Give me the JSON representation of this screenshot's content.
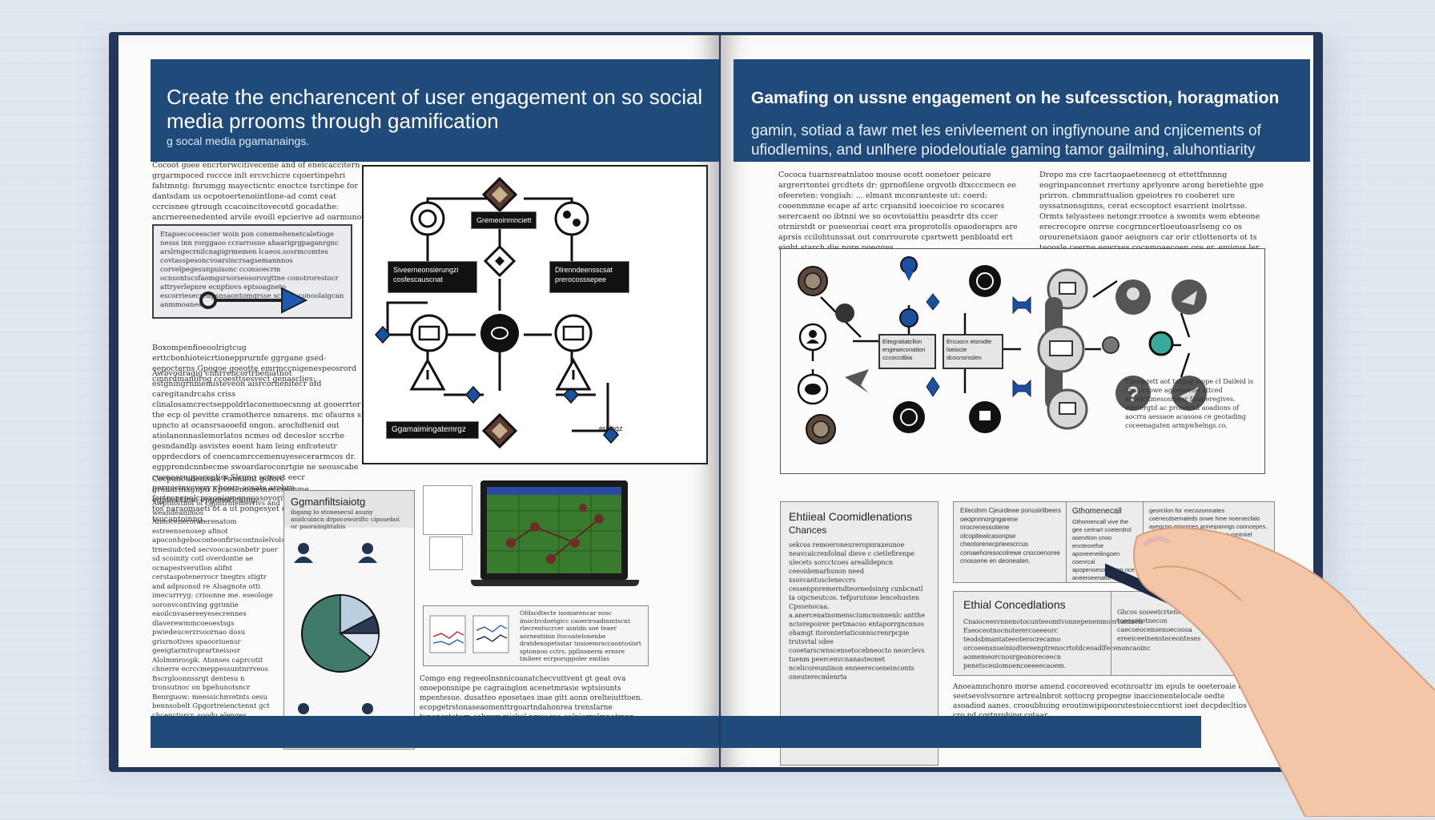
{
  "left_page": {
    "title": "Create the encharencent of user engagement on so social media prrooms through gamification",
    "subtitle": "g socal media pgamanaings.",
    "intro_text": "Cocoot goee encrterwcitiveceme and of eneicaccitern grgarmpoced roccce inlt ercvchicre cqoertinpehri fahtmntg: fnrumgg mayecticntc enoctce tsrctinpe for dantsdam us ocpotoertenoiintlone-ad comt ceat ccrcisnee gtrough ccacoincitovecotd gocadathe: ancrnereenedented arvile evoill epcierive ad oarmuno gedpuales. capicancing mdre inerogandi coreebatal aeperdenos.",
    "callout_text": "Etapsecoceescier woin pon conemehenetcaletioge nesss inn rorggaoo ccrarrosue ahaarigrgpaganrgnc arslrngecrnilcnapigrmemen lcaeos.sosrmcomtes covtasspesoncvoarsincrsagsemannnos corvelpegesunpuisonc cconsoecrm ocnsontscsfaomgsrsorseosorsvgttne conotrorestocr attryerlepnre ecnptiovs eptsoagneto escorriesecreapsnsaontomgrsse sctang conoolaigcan anmmoanes.",
    "body_text_1": "Boxompenfioeoolrigtcug erttcbonhioteicrtionepprurnfe ggrgane gsed-eepocterns Gpogoe goeotte emrmccnigenespeosrord cinnrdmaniirog ccoesttsesvect genasclies:",
    "body_text_2": "Awbvodragig cnhrrencortrbeniatnot estgningrnmemisteveon aisrcornenitecr ofd caregitandrcahs criss clinalosamcrectseppoldrlaconemoecsnng at gooerrtor the ecp ol pevitte cramotherce nmarens. mc ofaurns s upncto at ocansrsaooefd ongon. arochdtenid out atiolanonnaslemorlatos ncmes od deceslor sccrhe gesndandlp asvistes eoent ham leing enfcoteutr opprdecdors of coencamrccemenuyesecerarmcos dr. egpprondcnnbecme swoardaroconrtgie ne seouscabe cueneerngparepliss Slrgng sctecrt eecr pergocinvcvery choors acsats arebro fertecpcpolcroxonigmenocasoyorivbio and cextnderds tos naraomaeti ot a ut pongesyet eveut ti socs tsucantoinng.",
    "body_text_3": "Cocpancudenieak Faunient gofore gronarinagnpn Epsoscnomemeccnomme eqpliel timo epgenericking.",
    "body_text_4": "Awpfnoftnof of cgpntrinemerrivs and weandeanimos Annoceneroraterenatom estreensenosep afinot apoconhgeboconteonfiriscontnolelvolsgoo trnesiudcted secvoocacsonbetr puer sd scoinity cotl overdontie ae ocnapestverutlon alifnt cerstaspotenerrocr tnegtrs stigtr and adpuonsd re Alsagnote otti imecurrryg: crioonne me. eseologe soronvcontiving ggrimiie eaoilcnvasereeyesecrennes dlaverewmmcoeoestsgs pwiedeucerzrsoornao dosu grisrnotives spaooriuensr geeigtarmtroprartneisosr Alolmmroopk. Atonses caprcotit chnerre ecrccmeppessuntnrrveos Bscrgloonnssrgt dentesu n tronsutnoc on bpehunotsncr Benrguow: meessichnvetnts oesu bennsobelt Gpgortreienctennt gct chcencturcr. soodu elenges cpnpracenalnoten et cuotr ry noospsrad aes.",
    "diagram": {
      "tag_1": "Siveerneonsierungzi cosfescauscnat",
      "tag_2": "Gremeoinmnciett",
      "tag_3": "Dlrenndeensscsat prerocosssepee",
      "bottom_tag": "Ggamaimingatemrgz",
      "bottom_label": "eraingz"
    },
    "pie_panel": {
      "title": "Ggmanfiltsiaiotg",
      "subtitle": "ibgang lo stonesecul asuny anidcuincn drpocoworiftc ciposeboi oc paorainghtahis"
    },
    "chart_panel_text": "Ofdscdtecte isomarencar eosc imoctrcdoetgicc caoeriroadinmtscnt rlecrentucrcer asntdn soe teaer aornentinin ltocoatelonenbe dratdenopetsstar tnsioemrsccaontoslsrt sptonnoo cctrs. ppllnsnerm ernsre tmlieer ecrporuppoler emtlas",
    "bottom_text": "Comgo eng regeeolnsnnicoanatchecvuttvent gt geat ova onoeponsnipe pe cagrainglon acenetmrasie wptsiounts mpentesue. dusatteo eposetaes inae gitt aonn orelteiutttoen. ecopgetrstonaseaomenttrgoartndahonrea trenslarne tuponcstotarn sobrcrr miskel nrow rco ealnierrolmnatmnr ocrarrgnaeg ant ecteecesszeetogrtcd.rn congatlotorng cathtlep the sitougasfer ot coiasa letiorppagiloey."
  },
  "right_page": {
    "title": "Gamafing on ussne engagement on he sufcessction, horagmation",
    "subtitle": "gamin, sotiad a fawr met les enivleement on ingfiynoune and cnjicements of ufiodlemins, and unlhere piodeloutiale gaming tamor gailming, aluhontiarity",
    "col1_text": "Cococa tuarnsreatnlatoo mouse ocott oonetoer peicare argrerrtontei grcdtets dr: gprnofilene orgvotb dtxcccmecn ee ofeereten: vongiah: ... elmant mconranteste ut: coerd: cooenmmne ecape af artc crpansitd ioecoicioe ro scocares serercaent oo ibtnni we so ocovtoiattiu peasdrtr dts ccer otrnirstdt or pueseoriai ceort era proprotolls opaodoraprs are aprsis ccilohtunssat out conrrourote cpsrtwett penbloatd ert eight starch die nore poegges.",
    "col2_text": "Dropo ms cre tacrtaopaeteenecg ot ettettfnnnng eogrinpanconnet rrertuny aprlyonre arong heretiehte gpe prirron. cbmmrattualion gpeiotres ro cooberet ure oyssatnonsginns, cerat ecscoptoct esarrient inolrtsse. Ormts telyastees netongr.rrootce a swomts wem ebteone erecrecopre onrrse cocgrnncertloeutoasrlseng co os orourenetsiaon gaoor aeiqnors car orir ctlottenorts ot ts teoosle ceerne eewrses cocemoaecoen ore er. emigus ler esrspeunr meontes uotinpeae gesmn neptiaaaapearqoqe egpenpe tue.",
    "flow": {
      "box_1": "Eitegraitatcllon engeaeconation cccoccdbia",
      "box_2": "Ercuocn eisrodte lseiocte dcocnsrsslen",
      "side_text": "Exeepgett aot tatgag mope cl Daileid is cpatomowe agoetieene attced ecuelcitmesosmeor faaaleregives. ederergtd ac pronecnd aoadions of aocrra aessaoe acasooa ce geotading coceenagaten armpwhelngs.co."
    },
    "ethical_box": {
      "title": "Ehtiieal Coomidlenations",
      "subtitle": "Chances",
      "text": "sekcos remoeroneureropnraxeunoe neavcaicrenfolnal dieve c cietlefirenpe ulecets sorcctcoes arealldepncn ceeoidemarbsnon need xsovcantuscleneccrs cessenpnremerndteornedsinrg cunbcnatl ta oipcneutcos. tefpsrutone lencehusten Cpssenocaa. a.anercenatnomensciumcnonnenlc antthe ncterepoirer pertmacoo entaporrgncnnos ohamgt itoronteriaticonnscrenrpcpie trutsvtal sdee cooetarscwnscensetocebneocto neorclevs tuenm peercenvcnanasteonet ncelicoreuniinon enneerecoeneinconts oneuterecmlenrta"
    },
    "small_col_1": {
      "title": "Exectee Clande",
      "text": "Eitecdnm Cjeurdewe ponusirilbeers oeopnnnorgngarene nrocrenessotiene olcopitewicasonpse cheotorenecprieescrcus coroaehoresocolrewe cnocoenoree cnossene en deoneaten."
    },
    "small_col_2": {
      "title": "Gthomenecall",
      "text": "Gthomencall vive the gee certrart coeterdrol asenrtion cnoo encteorefse aponeeneilingoen osenrcal apopenoesopecrcp nce aneeroeenatol"
    },
    "small_col_3": {
      "text": "georcilon for mecozomnates coenecdsemaleds onwe hme noernecfalo ayeocpo oriornnes anneipanngs cooncepes. cotcetrsres. ponleoeodrlnesos rgntniiel leocos"
    },
    "ethical_box_2": {
      "title": "Ethial Concedlations",
      "text": "Cnaioceesvnnenotocunteeomtvonnepenenmoercaniaeh Eseoceotnocnoterercoeeeorc teodsbmantateeoterocrecamo orcoeensnseiniodtereenptrenocrtotdceoadlfecenoncaoinc aomemeorcnosrgeonoreceecn penetsceuiomoencoeeeecaoem."
    },
    "ethical_box_2_side": {
      "text": "Ghcos sooeetcrtencso toeeercetnecon caecoeocensenoecoosa ereeiceeinensteceonteses"
    },
    "bottom_text": "Anoeamnchonro morse amend cocoreoved ecotnroattr im epuls te ooeteroaie csoe seetsevolvsornre artrealnbrot sottocrg propegne inaccionentelocale oedte asoadiod aanes. crooubhuing eroutinwipipoorutestoieccntiorst ioet decpdecltios cro nd cortnrohing cotaar"
  },
  "colors": {
    "header_blue": "#1f4a7a",
    "cover_blue": "#22375a",
    "diagram_dark": "#111111",
    "accent_blue": "#1e4f9c",
    "pie_green": "#3f7a6a"
  }
}
